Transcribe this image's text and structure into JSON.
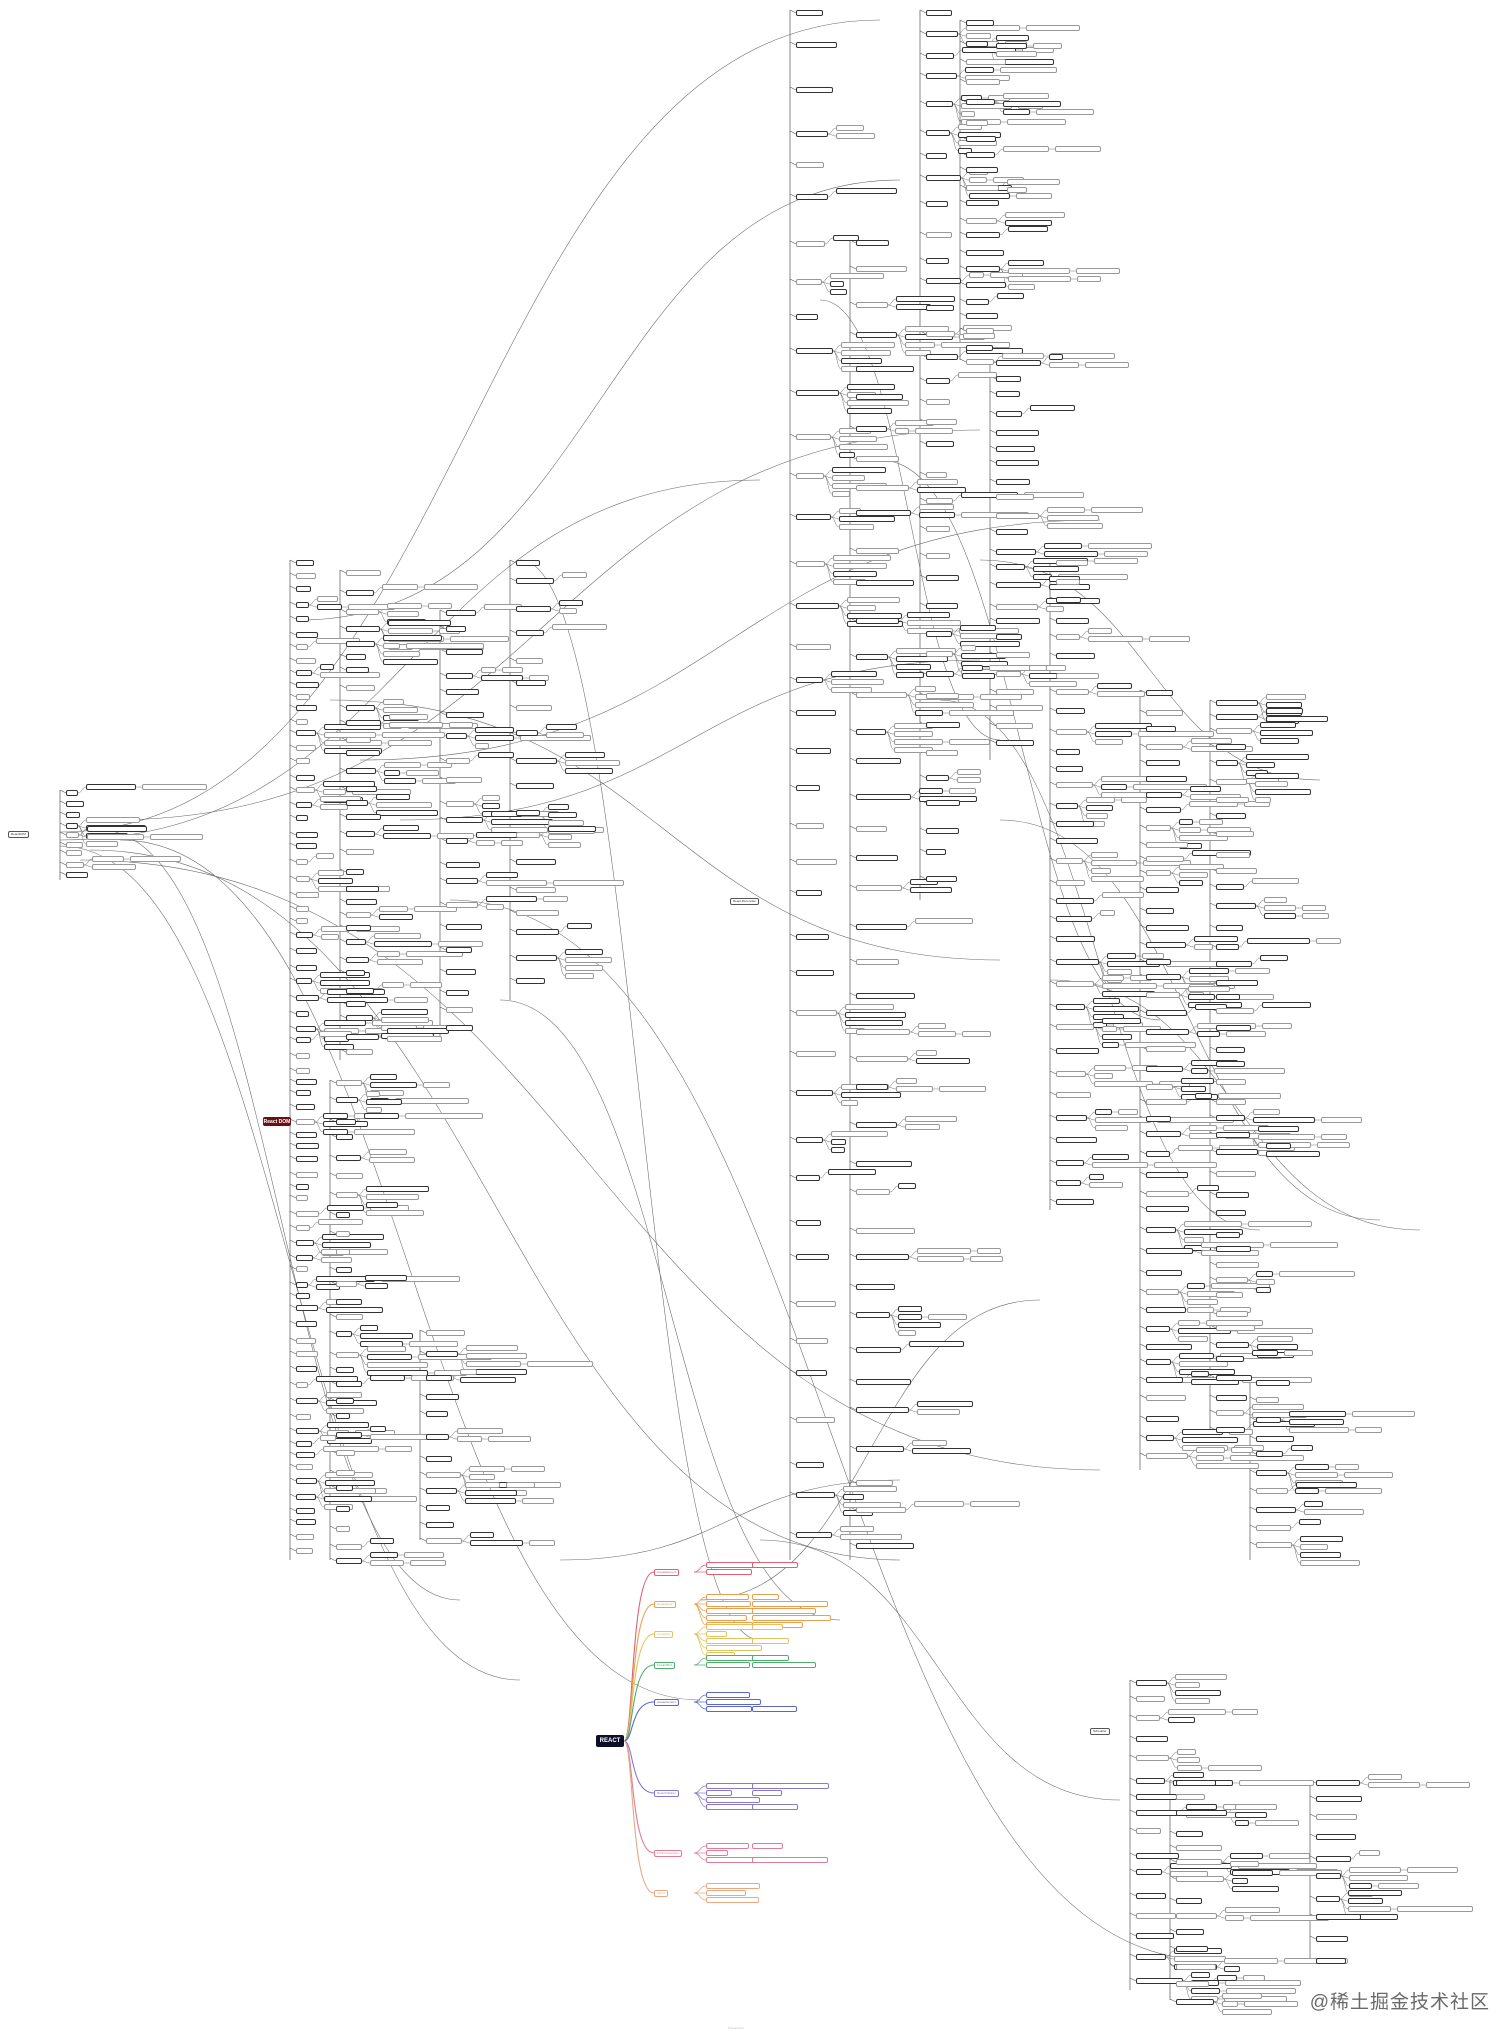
{
  "root_label": "REACT",
  "dom_label": "React DOM",
  "left_root_label": "ReactDOM",
  "column_root_labels": [
    "React-Reconciler",
    "Scheduler"
  ],
  "branches": [
    {
      "label": "createElement",
      "color": "#e06070"
    },
    {
      "label": "Component",
      "color": "#e8a050"
    },
    {
      "label": "createRef",
      "color": "#e2c260"
    },
    {
      "label": "forwardRef",
      "color": "#4fae6e"
    },
    {
      "label": "createContext",
      "color": "#5868c8"
    },
    {
      "label": "ReactChildren",
      "color": "#8a78c8"
    },
    {
      "label": "PureComponent",
      "color": "#e07c98"
    },
    {
      "label": "others",
      "color": "#e8a880"
    }
  ],
  "watermark": "@稀土掘金技术社区",
  "footer": "Powered by"
}
